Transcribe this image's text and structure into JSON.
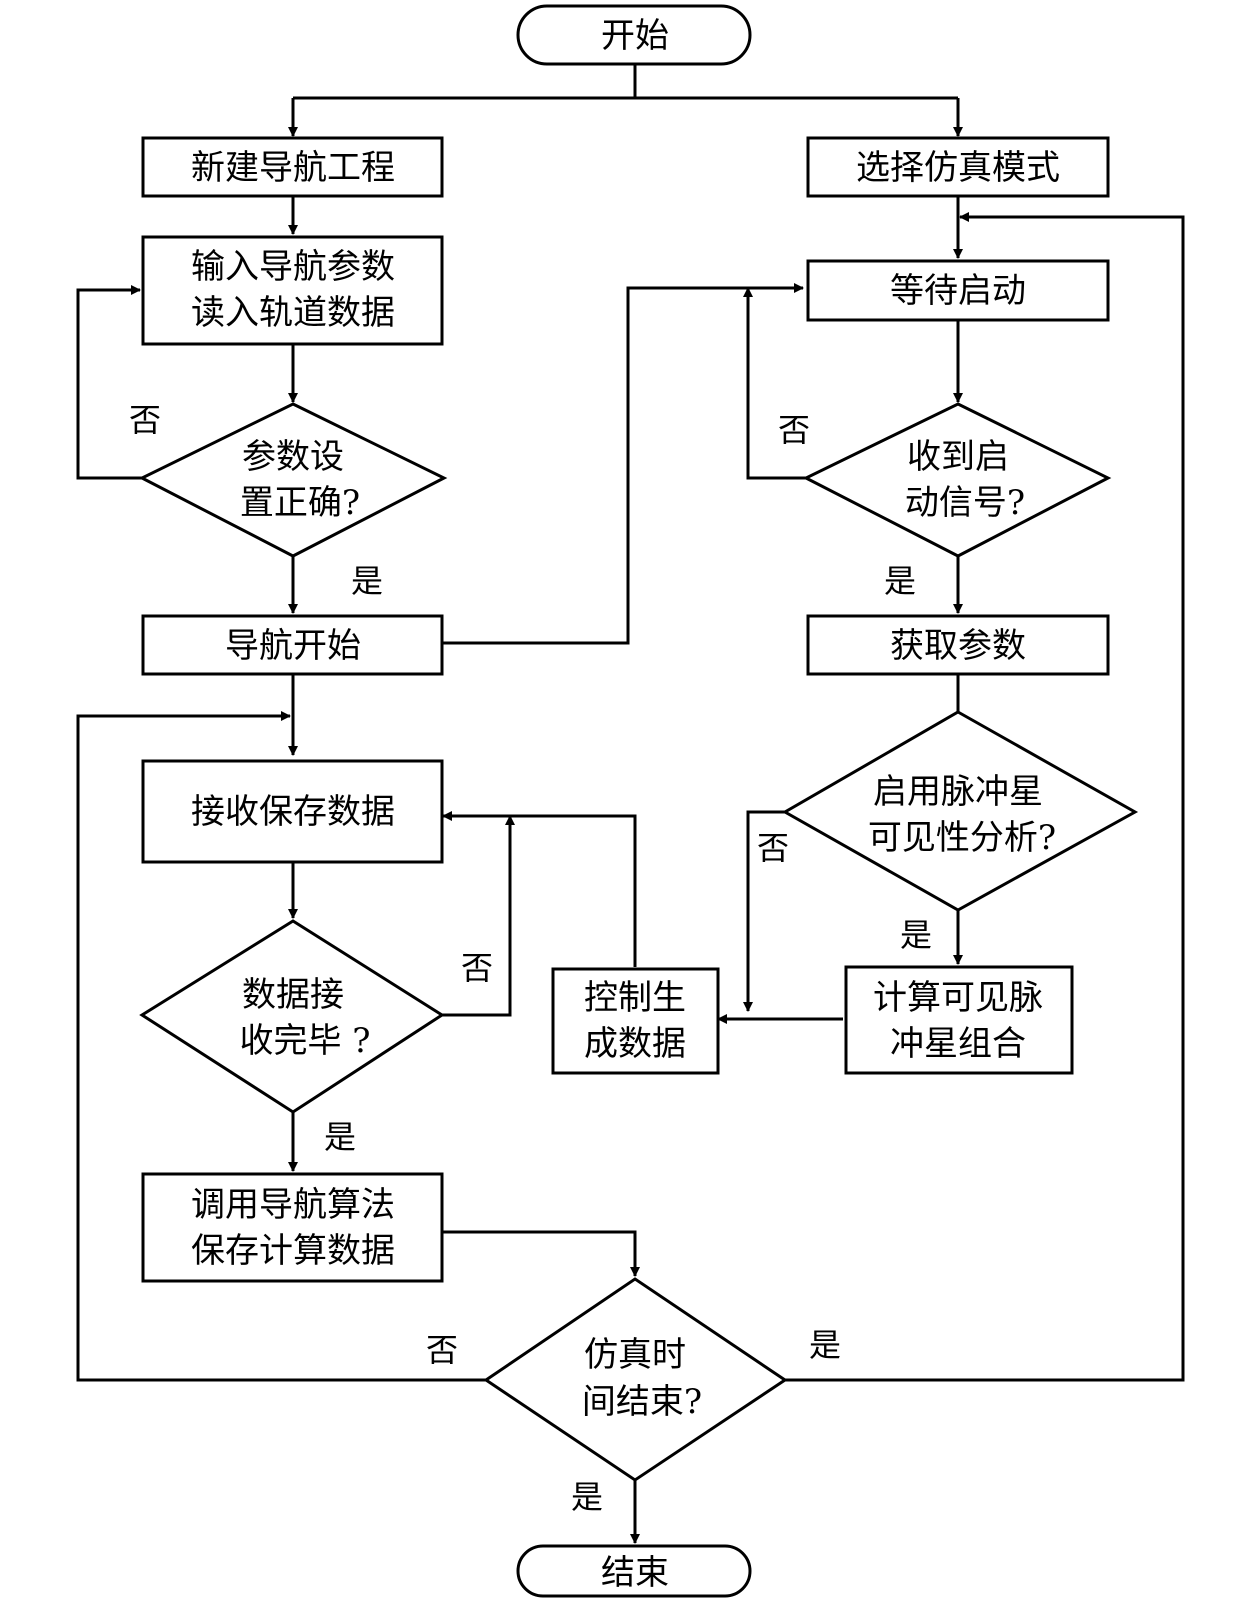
{
  "nodes": {
    "start": "开始",
    "end": "结束",
    "new_project": "新建导航工程",
    "select_mode": "选择仿真模式",
    "input_params": [
      "输入导航参数",
      "读入轨道数据"
    ],
    "wait_start": "等待启动",
    "params_ok": [
      "参数设",
      "置正确?"
    ],
    "start_signal": [
      "收到启",
      "动信号?"
    ],
    "nav_start": "导航开始",
    "get_params": "获取参数",
    "pulsar_analysis": [
      "启用脉冲星",
      "可见性分析?"
    ],
    "receive_save": "接收保存数据",
    "data_done": [
      "数据接",
      "收完毕 ?"
    ],
    "control_gen": [
      "控制生",
      "成数据"
    ],
    "calc_pulsar": [
      "计算可见脉",
      "冲星组合"
    ],
    "nav_algo": [
      "调用导航算法",
      "保存计算数据"
    ],
    "sim_end": [
      "仿真时",
      "间结束?"
    ]
  },
  "labels": {
    "yes": "是",
    "no": "否"
  }
}
